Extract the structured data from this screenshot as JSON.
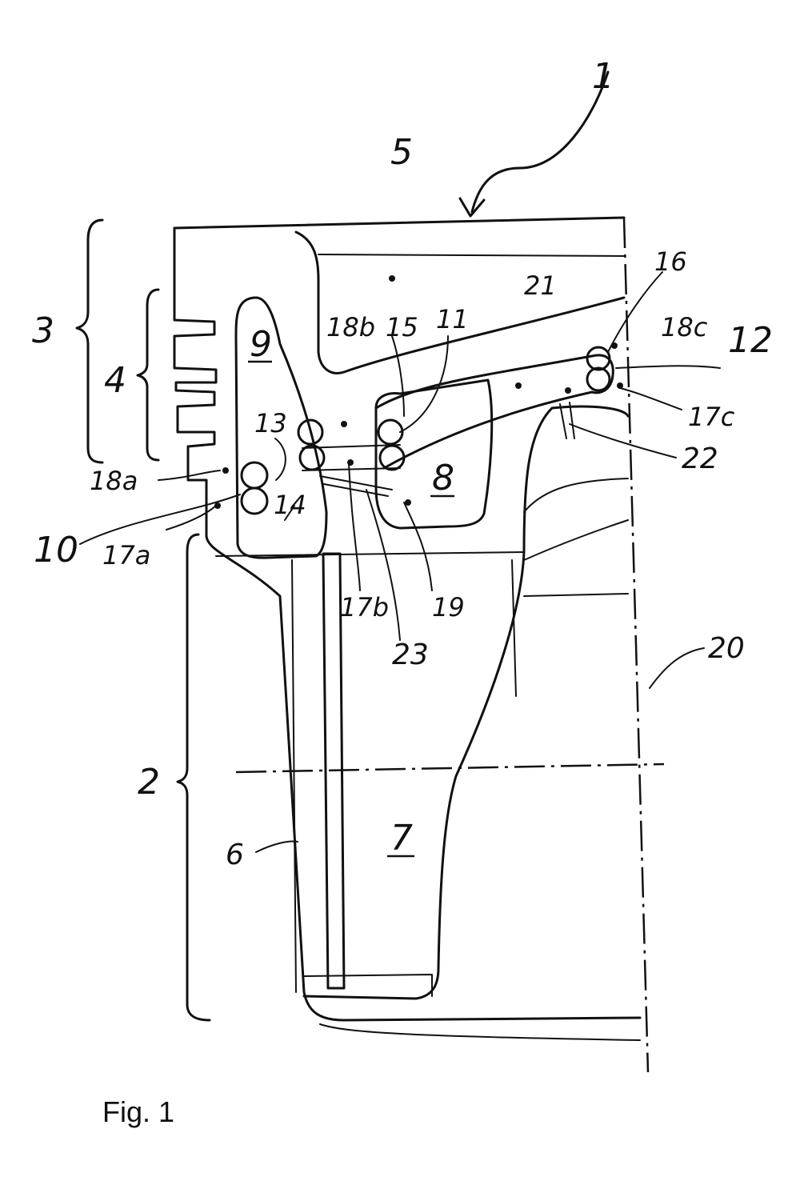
{
  "figure": {
    "caption": "Fig. 1",
    "labels": {
      "l1": "1",
      "l2": "2",
      "l3": "3",
      "l4": "4",
      "l5": "5",
      "l6": "6",
      "l7": "7",
      "l8": "8",
      "l9": "9",
      "l10": "10",
      "l11": "11",
      "l12": "12",
      "l13": "13",
      "l14": "14",
      "l15": "15",
      "l16": "16",
      "l17a": "17a",
      "l17b": "17b",
      "l17c": "17c",
      "l18a": "18a",
      "l18b": "18b",
      "l18c": "18c",
      "l19": "19",
      "l20": "20",
      "l21": "21",
      "l22": "22",
      "l23": "23"
    }
  }
}
